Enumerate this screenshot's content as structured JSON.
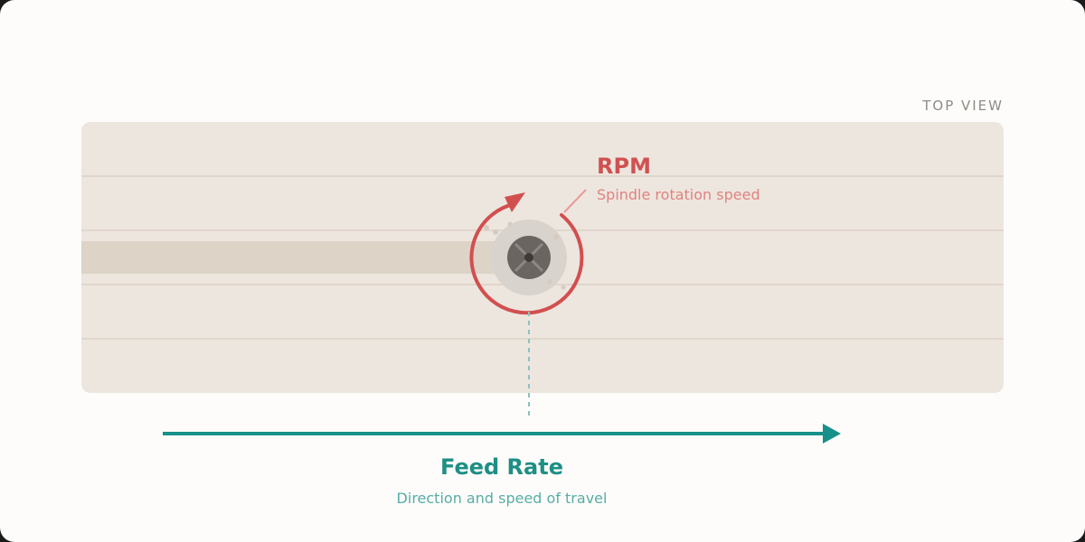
{
  "view_label": "TOP VIEW",
  "rpm": {
    "title": "RPM",
    "subtitle": "Spindle rotation speed"
  },
  "feed": {
    "title": "Feed Rate",
    "subtitle": "Direction and speed of travel"
  },
  "colors": {
    "rpm": "#d24f4f",
    "feed": "#18908a",
    "workpiece": "#ede6df",
    "cut_path": "#ddd3c7",
    "tool": "#6b6562"
  },
  "icons": [
    "rotation-arrow-icon",
    "feed-direction-arrow-icon",
    "endmill-tool-icon"
  ]
}
